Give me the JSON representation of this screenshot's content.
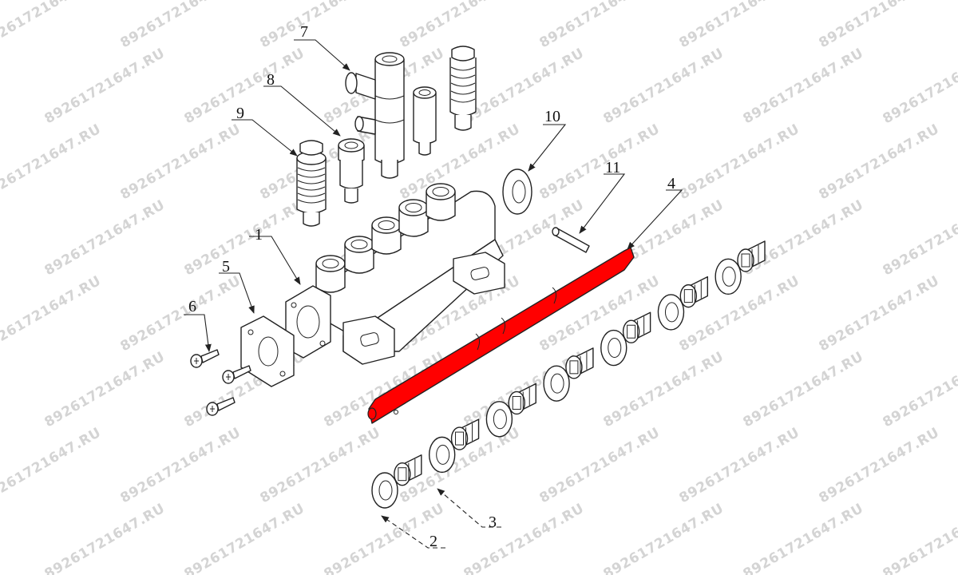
{
  "watermark": {
    "text": "89261721647.RU",
    "color": "#d4d4d4"
  },
  "highlight_color": "#ff0000",
  "callouts": [
    {
      "id": "1",
      "label": "1"
    },
    {
      "id": "2",
      "label": "2"
    },
    {
      "id": "3",
      "label": "3"
    },
    {
      "id": "4",
      "label": "4"
    },
    {
      "id": "5",
      "label": "5"
    },
    {
      "id": "6",
      "label": "6"
    },
    {
      "id": "7",
      "label": "7"
    },
    {
      "id": "8",
      "label": "8"
    },
    {
      "id": "9",
      "label": "9"
    },
    {
      "id": "10",
      "label": "10"
    },
    {
      "id": "11",
      "label": "11"
    }
  ]
}
